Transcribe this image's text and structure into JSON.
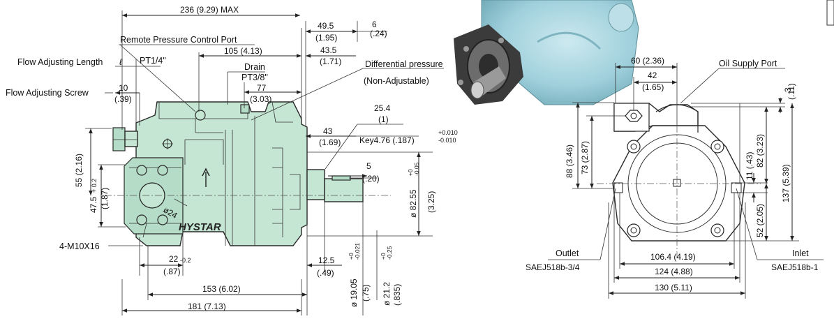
{
  "side_view": {
    "overall_length": "236 (9.29)  MAX",
    "dim_49_5": "49.5",
    "dim_49_5_in": "(1.95)",
    "dim_6": "6",
    "dim_6_in": "(.24)",
    "remote_port_label": "Remote Pressure Control Port",
    "dim_105": "105 (4.13)",
    "dim_43_5": "43.5",
    "dim_43_5_in": "(1.71)",
    "flow_length_label": "Flow Adjusting Length",
    "ell_symbol": "ℓ",
    "pt14": "PT1/4\"",
    "drain_label": "Drain",
    "pt38": "PT3/8\"",
    "dim_77": "77",
    "dim_77_in": "(3.03)",
    "diff_pressure_label": "Differential pressure",
    "non_adjustable_label": "(Non-Adjustable)",
    "flow_screw_label": "Flow Adjusting Screw",
    "dim_10": "10",
    "dim_10_in": "(.39)",
    "dim_25_4": "25.4",
    "dim_25_4_in": "(1)",
    "tol_plus": "+0.010",
    "tol_minus": "-0.010",
    "dim_43": "43",
    "dim_43_in": "(1.69)",
    "key_label": "Key4.76 (.187)",
    "dim_5": "5",
    "dim_5_in": "(.20)",
    "dim_55": "55 (2.16)",
    "dim_47_5": "47.5",
    "dim_47_5_tol": "+ 0.2",
    "dim_47_5_in": "(1.87)",
    "phi24": "ø24",
    "brand": "HYSTAR",
    "dim_82_55": "ø 82.55",
    "dim_82_55_in": "(3.25)",
    "dim_82_55_tol": "+0\n-0.05",
    "tol_82_plus": "+0",
    "tol_82_minus": "-0.05",
    "bolt_label": "4-M10X16",
    "dim_22": "22",
    "dim_22_tol": "-0.2",
    "dim_22_in": "(.87)",
    "dim_12_5": "12.5",
    "dim_12_5_in": "(.49)",
    "dim_19_05": "ø 19.05",
    "dim_19_05_in": "(.75)",
    "tol_19_plus": "+0",
    "tol_19_minus": "-0.021",
    "dim_21_2": "ø 21.2",
    "dim_21_2_in": "(.835)",
    "tol_21_plus": "+0",
    "tol_21_minus": "-0.25",
    "dim_153": "153 (6.02)",
    "dim_181": "181 (7.13)"
  },
  "front_view": {
    "dim_60": "60 (2.36)",
    "dim_42": "42",
    "dim_42_in": "(1.65)",
    "oil_supply_label": "Oil Supply Port",
    "dim_3": "3",
    "dim_3_in": "(.11)",
    "dim_88": "88 (3.46)",
    "dim_73": "73 (2.87)",
    "dim_82": "82 (3.23)",
    "dim_137": "137 (5.39)",
    "dim_11": "11 (.43)",
    "dim_52": "52 (2.05)",
    "outlet_label": "Outlet",
    "outlet_spec": "SAEJ518b-3/4",
    "inlet_label": "Inlet",
    "inlet_spec": "SAEJ518b-1",
    "dim_106_4": "106.4 (4.19)",
    "dim_124": "124 (4.88)",
    "dim_130": "130 (5.11)"
  },
  "colors": {
    "pump_body": "#c4e6d3",
    "photo_body": "#9fd0dc",
    "line": "#222222"
  }
}
